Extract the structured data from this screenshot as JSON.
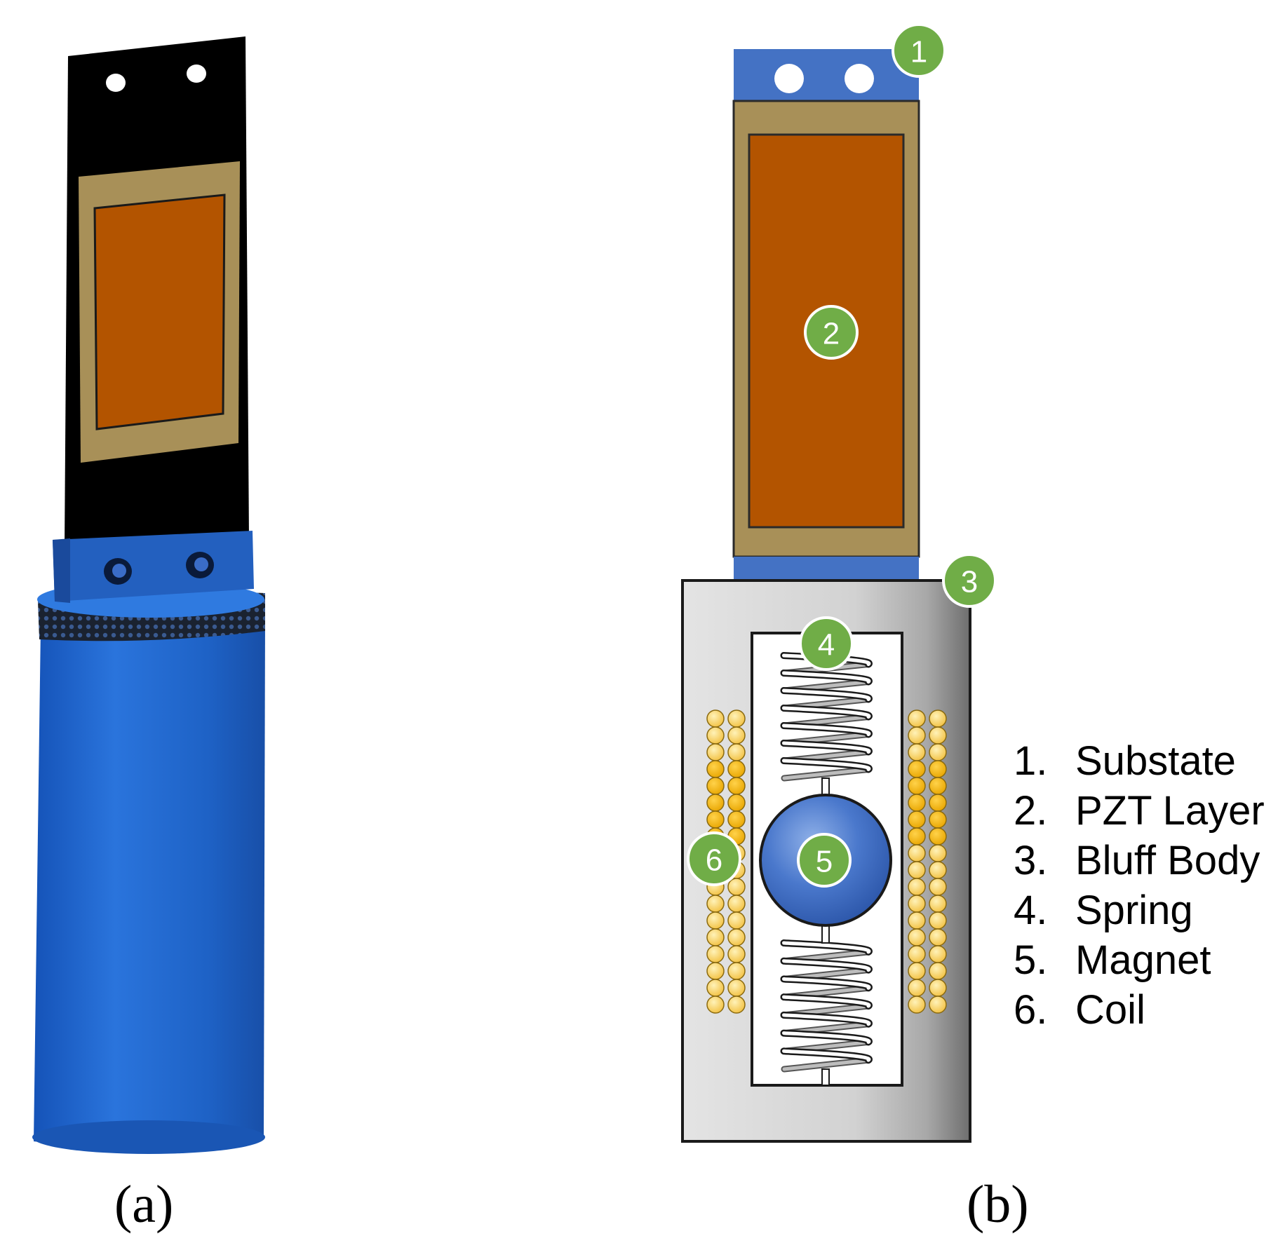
{
  "panels": {
    "a": {
      "caption": "(a)"
    },
    "b": {
      "caption": "(b)"
    }
  },
  "badges": {
    "b1": "1",
    "b2": "2",
    "b3": "3",
    "b4": "4",
    "b5": "5",
    "b6": "6"
  },
  "legend": {
    "items": [
      {
        "num": "1.",
        "label": "Substate"
      },
      {
        "num": "2.",
        "label": "PZT Layer"
      },
      {
        "num": "3.",
        "label": "Bluff Body"
      },
      {
        "num": "4.",
        "label": "Spring"
      },
      {
        "num": "5.",
        "label": "Magnet"
      },
      {
        "num": "6.",
        "label": "Coil"
      }
    ]
  },
  "colors": {
    "substrate_blue": "#4472c4",
    "pzt_orange": "#b35400",
    "pzt_frame": "#a89058",
    "coil_yellow": "#ffc000",
    "badge_green": "#70ad47",
    "cylinder_blue": "#1f66cc",
    "beam_black": "#000000",
    "bluff_gray": "#d9d9d9"
  }
}
